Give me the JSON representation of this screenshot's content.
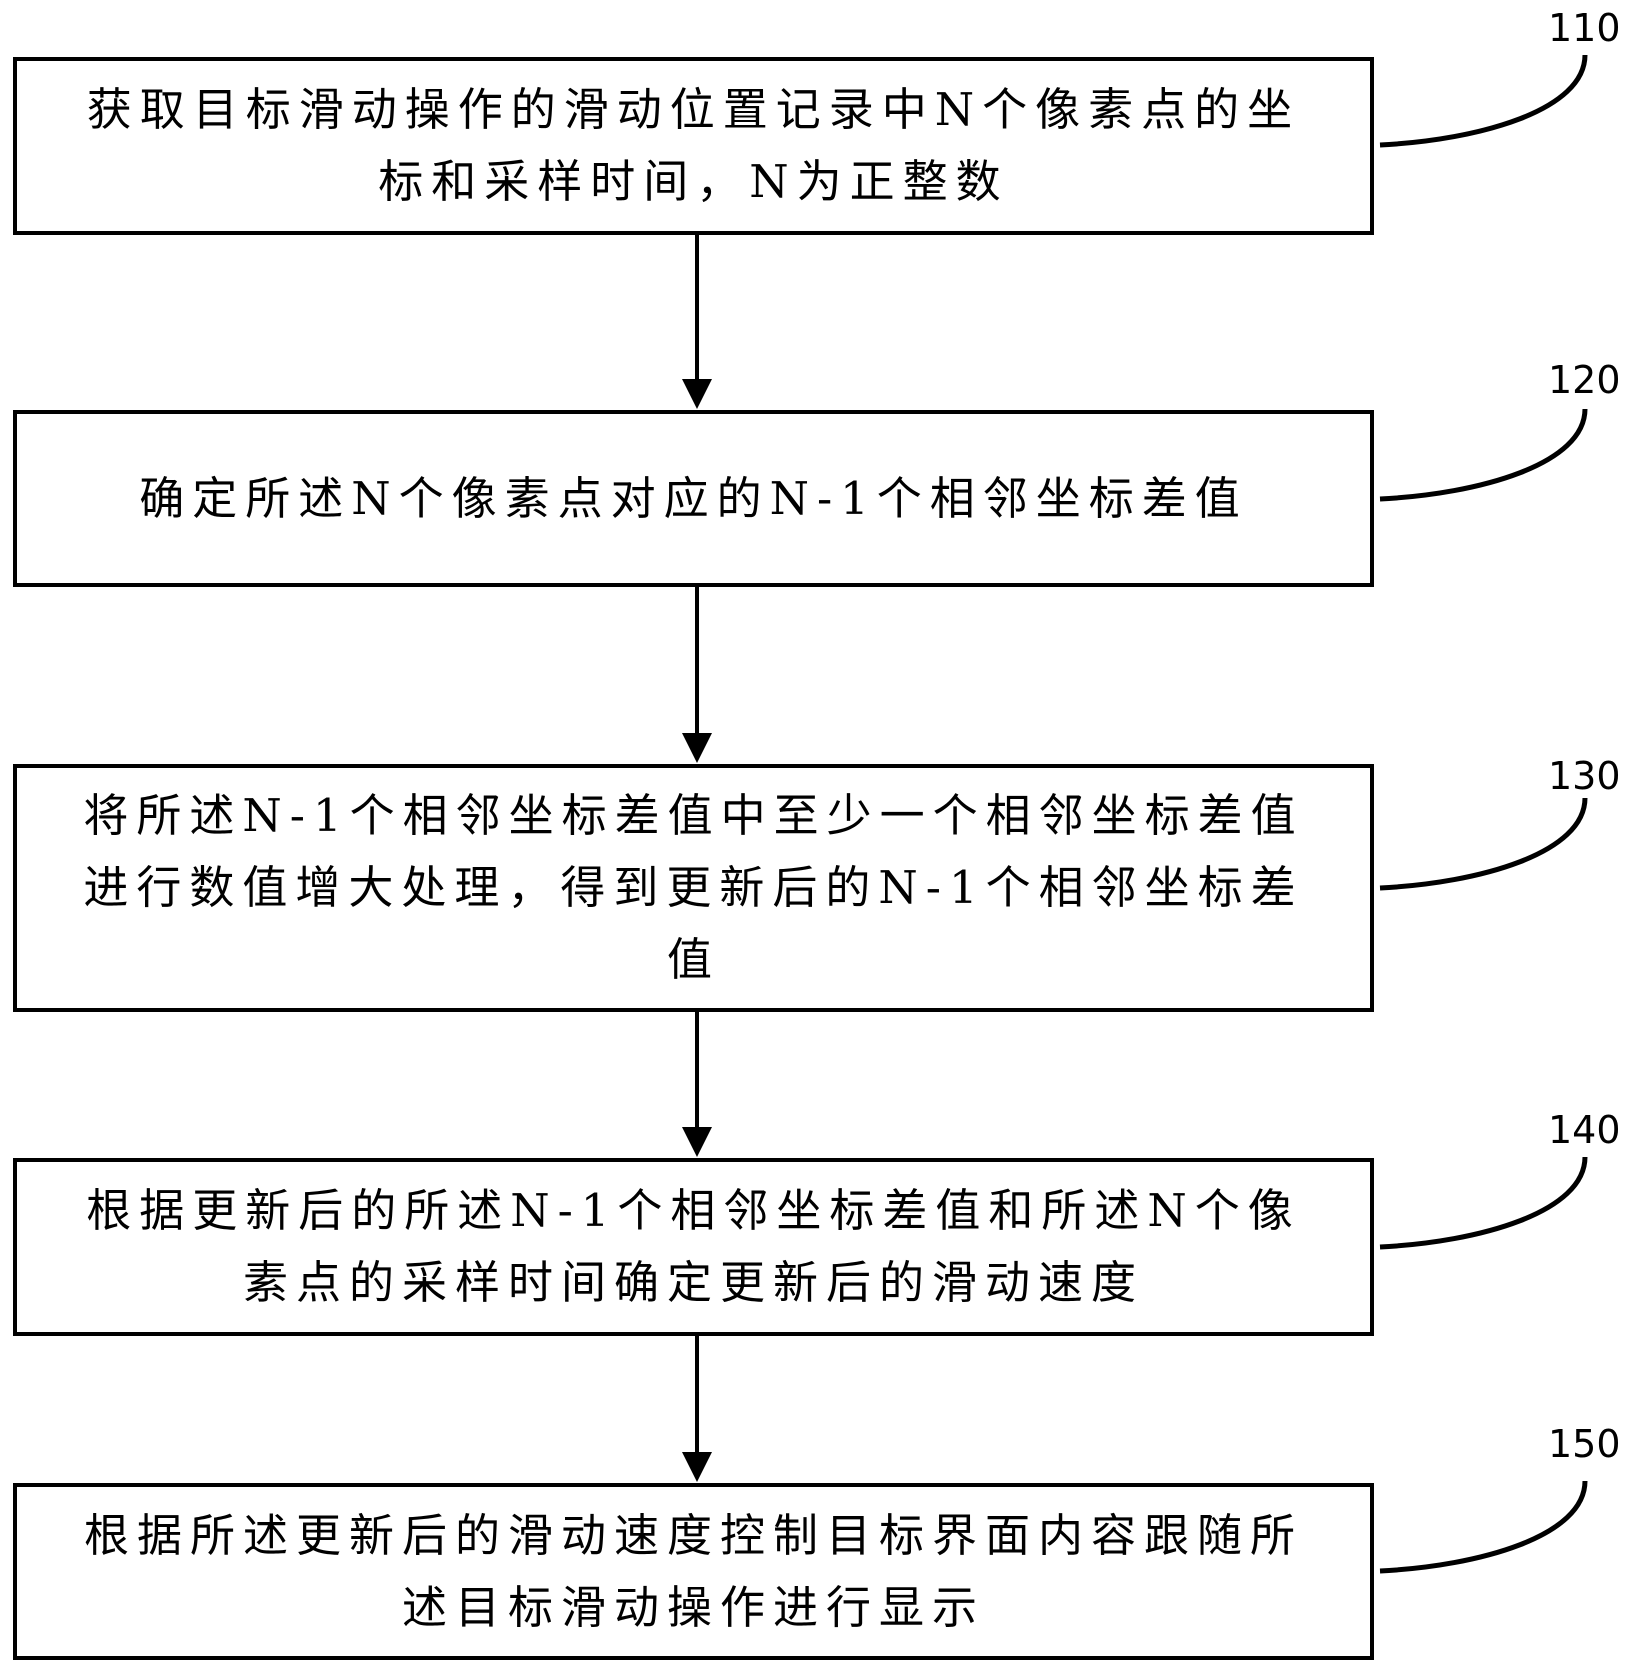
{
  "flowchart": {
    "steps": [
      {
        "id": "110",
        "lines": [
          "获取目标滑动操作的滑动位置记录中N个像素点的坐",
          "标和采样时间，N为正整数"
        ]
      },
      {
        "id": "120",
        "lines": [
          "确定所述N个像素点对应的N-1个相邻坐标差值"
        ]
      },
      {
        "id": "130",
        "lines": [
          "将所述N-1个相邻坐标差值中至少一个相邻坐标差值",
          "进行数值增大处理，得到更新后的N-1个相邻坐标差",
          "值"
        ]
      },
      {
        "id": "140",
        "lines": [
          "根据更新后的所述N-1个相邻坐标差值和所述N个像",
          "素点的采样时间确定更新后的滑动速度"
        ]
      },
      {
        "id": "150",
        "lines": [
          "根据所述更新后的滑动速度控制目标界面内容跟随所",
          "述目标滑动操作进行显示"
        ]
      }
    ],
    "line_color": "#000000",
    "background": "#ffffff"
  }
}
